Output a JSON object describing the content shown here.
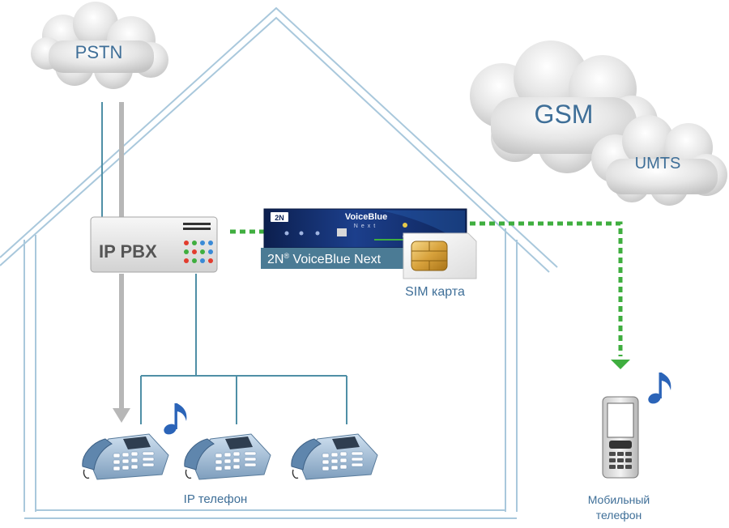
{
  "clouds": {
    "pstn": "PSTN",
    "gsm": "GSM",
    "umts": "UMTS"
  },
  "pbx": {
    "label": "IP PBX"
  },
  "gateway": {
    "brand_logo": "2N",
    "front_title": "VoiceBlue",
    "front_subtitle": "Next",
    "caption_brand": "2N",
    "caption_reg": "®",
    "caption_product": " VoiceBlue Next"
  },
  "sim": {
    "label": "SIM карта"
  },
  "phones": {
    "label": "IP телефон"
  },
  "mobile": {
    "label_line1": "Мобильный",
    "label_line2": "телефон"
  },
  "colors": {
    "house_line": "#a9c8dc",
    "link_line": "#4f8fa6",
    "gray_arrow": "#b7b7b7",
    "green_dashed": "#3fae3f",
    "note_blue": "#2b64b8",
    "cloud_text": "#3f6f98"
  }
}
